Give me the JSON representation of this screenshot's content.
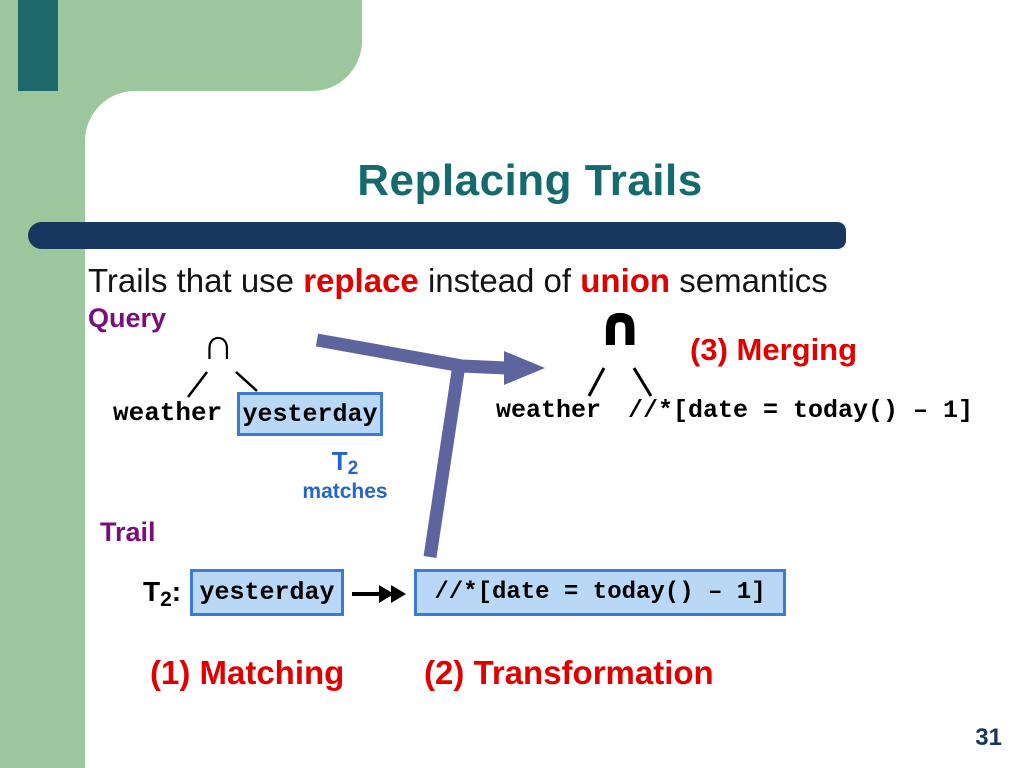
{
  "slide": {
    "title": "Replacing Trails",
    "page_number": "31"
  },
  "intro": {
    "part1": "Trails that use ",
    "replace": "replace",
    "part2": " instead of ",
    "union": "union",
    "part3": " semantics"
  },
  "query": {
    "label": "Query",
    "root_symbol": "∩",
    "left_leaf": "weather",
    "right_leaf": "yesterday",
    "trail_ref": {
      "base": "T",
      "sub": "2",
      "note": "matches"
    }
  },
  "merged": {
    "caption": "(3) Merging",
    "root_symbol": "∩",
    "left_leaf": "weather",
    "right_leaf": "//*[date = today() – 1]"
  },
  "trail": {
    "label": "Trail",
    "ref_base": "T",
    "ref_sub": "2",
    "ref_colon": ":",
    "source": "yesterday",
    "result": "//*[date = today() – 1]"
  },
  "steps": {
    "matching": "(1) Matching",
    "transformation": "(2) Transformation"
  },
  "colors": {
    "sidebar_green": "#9cc79c",
    "teal_block": "#1e6969",
    "title_teal": "#156a6d",
    "divider_navy": "#17375e",
    "accent_red": "#e10000",
    "label_purple": "#7b0c7b",
    "note_blue": "#2465cc",
    "box_fill": "#b9d8f6",
    "box_border": "#3e79d8",
    "arrow_slate": "#5e659e"
  }
}
